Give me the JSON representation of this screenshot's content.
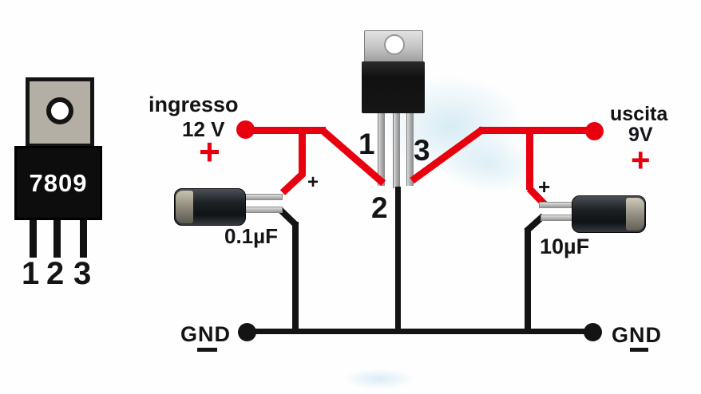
{
  "diagram": {
    "package": {
      "part": "7809",
      "pins": [
        "1",
        "2",
        "3"
      ]
    },
    "regulator": {
      "pins": [
        "1",
        "2",
        "3"
      ]
    },
    "input": {
      "label": "ingresso",
      "voltage": "12 V",
      "plus": "+"
    },
    "output": {
      "label": "uscita",
      "voltage": "9V",
      "plus": "+"
    },
    "caps": {
      "input": {
        "value": "0.1µF",
        "plus": "+"
      },
      "output": {
        "value": "10µF",
        "plus": "+"
      }
    },
    "ground": {
      "left": "GND",
      "right": "GND"
    },
    "colors": {
      "positive_wire": "#e8000e",
      "ground_wire": "#141414",
      "terminal_dot_positive": "#e8000e",
      "terminal_dot_ground": "#141414"
    }
  }
}
